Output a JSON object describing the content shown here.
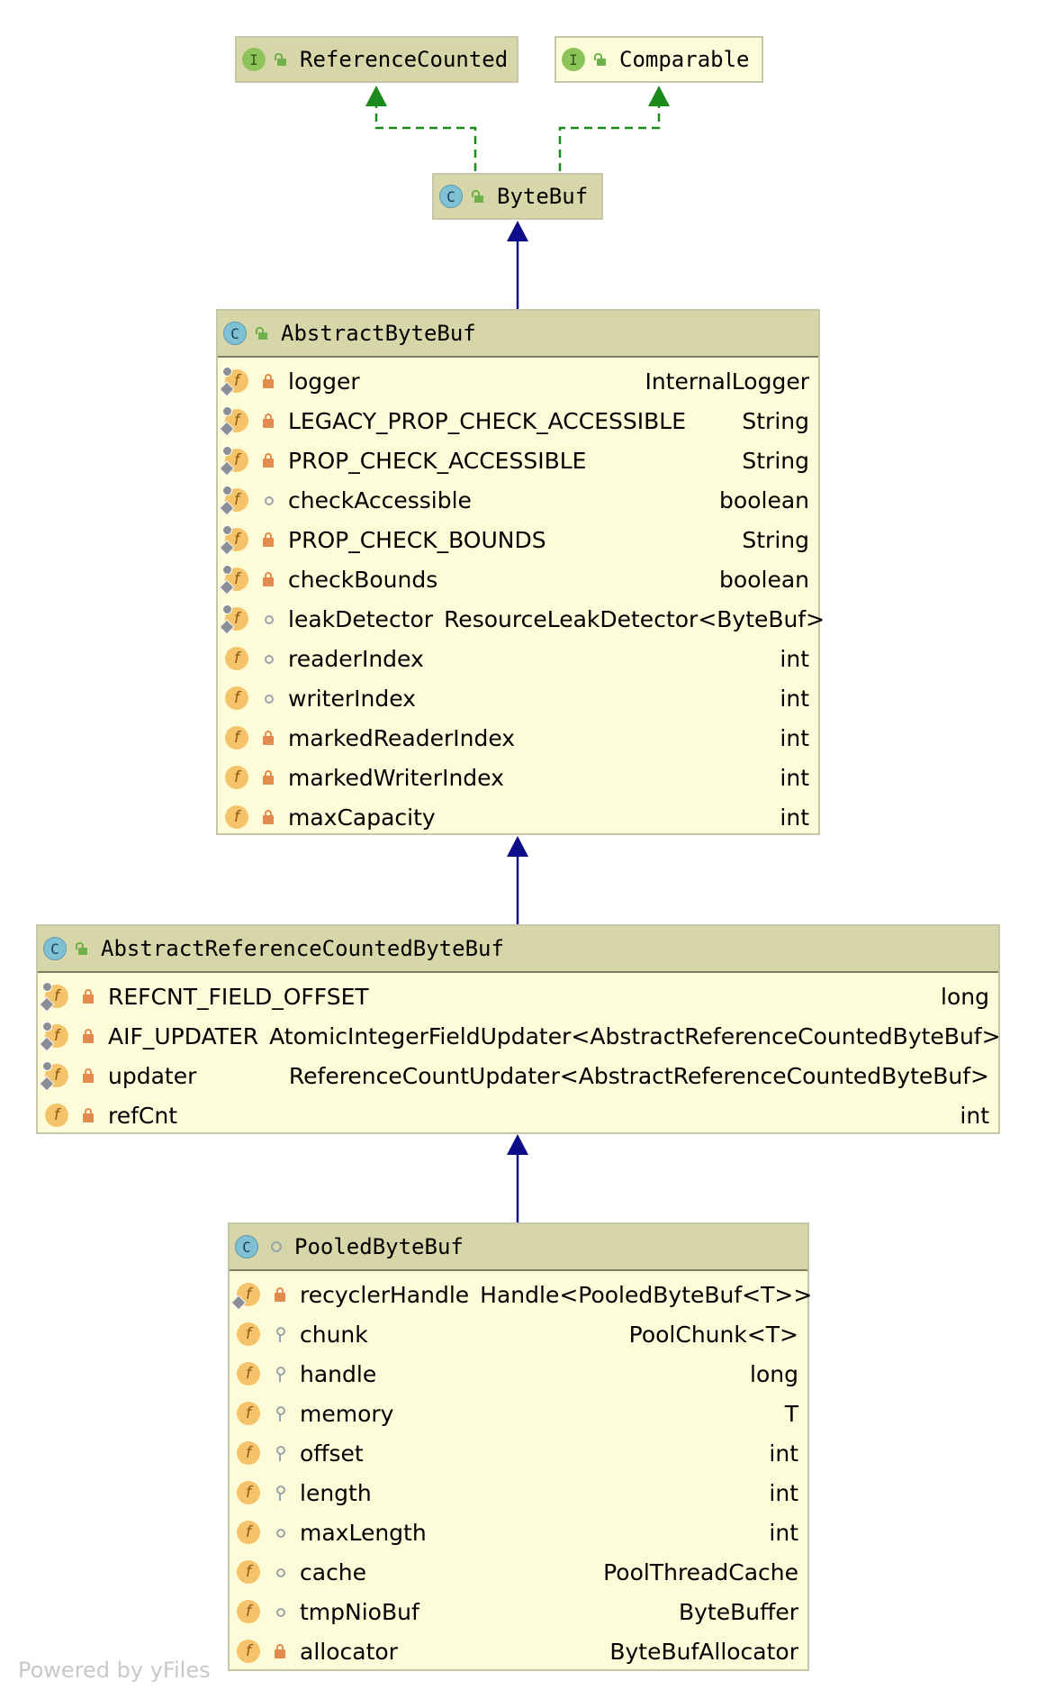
{
  "interfaces": [
    {
      "name": "ReferenceCounted",
      "kind": "I"
    },
    {
      "name": "Comparable",
      "kind": "I"
    }
  ],
  "bytebuf": {
    "name": "ByteBuf",
    "kind": "C"
  },
  "classes": [
    {
      "name": "AbstractByteBuf",
      "kind": "C",
      "vis": "public",
      "fields": [
        {
          "name": "logger",
          "type": "InternalLogger",
          "static": true,
          "final": true,
          "vis": "private"
        },
        {
          "name": "LEGACY_PROP_CHECK_ACCESSIBLE",
          "type": "String",
          "static": true,
          "final": true,
          "vis": "private"
        },
        {
          "name": "PROP_CHECK_ACCESSIBLE",
          "type": "String",
          "static": true,
          "final": true,
          "vis": "private"
        },
        {
          "name": "checkAccessible",
          "type": "boolean",
          "static": true,
          "final": true,
          "vis": "package"
        },
        {
          "name": "PROP_CHECK_BOUNDS",
          "type": "String",
          "static": true,
          "final": true,
          "vis": "private"
        },
        {
          "name": "checkBounds",
          "type": "boolean",
          "static": true,
          "final": true,
          "vis": "private"
        },
        {
          "name": "leakDetector",
          "type": "ResourceLeakDetector<ByteBuf>",
          "static": true,
          "final": true,
          "vis": "package"
        },
        {
          "name": "readerIndex",
          "type": "int",
          "static": false,
          "final": false,
          "vis": "package"
        },
        {
          "name": "writerIndex",
          "type": "int",
          "static": false,
          "final": false,
          "vis": "package"
        },
        {
          "name": "markedReaderIndex",
          "type": "int",
          "static": false,
          "final": false,
          "vis": "private"
        },
        {
          "name": "markedWriterIndex",
          "type": "int",
          "static": false,
          "final": false,
          "vis": "private"
        },
        {
          "name": "maxCapacity",
          "type": "int",
          "static": false,
          "final": false,
          "vis": "private"
        }
      ]
    },
    {
      "name": "AbstractReferenceCountedByteBuf",
      "kind": "C",
      "vis": "public",
      "fields": [
        {
          "name": "REFCNT_FIELD_OFFSET",
          "type": "long",
          "static": true,
          "final": true,
          "vis": "private"
        },
        {
          "name": "AIF_UPDATER",
          "type": "AtomicIntegerFieldUpdater<AbstractReferenceCountedByteBuf>",
          "static": true,
          "final": true,
          "vis": "private"
        },
        {
          "name": "updater",
          "type": "ReferenceCountUpdater<AbstractReferenceCountedByteBuf>",
          "static": true,
          "final": true,
          "vis": "private"
        },
        {
          "name": "refCnt",
          "type": "int",
          "static": false,
          "final": false,
          "vis": "private"
        }
      ]
    },
    {
      "name": "PooledByteBuf",
      "kind": "C",
      "vis": "package",
      "fields": [
        {
          "name": "recyclerHandle",
          "type": "Handle<PooledByteBuf<T>>",
          "static": false,
          "final": true,
          "vis": "private"
        },
        {
          "name": "chunk",
          "type": "PoolChunk<T>",
          "static": false,
          "final": false,
          "vis": "protected"
        },
        {
          "name": "handle",
          "type": "long",
          "static": false,
          "final": false,
          "vis": "protected"
        },
        {
          "name": "memory",
          "type": "T",
          "static": false,
          "final": false,
          "vis": "protected"
        },
        {
          "name": "offset",
          "type": "int",
          "static": false,
          "final": false,
          "vis": "protected"
        },
        {
          "name": "length",
          "type": "int",
          "static": false,
          "final": false,
          "vis": "protected"
        },
        {
          "name": "maxLength",
          "type": "int",
          "static": false,
          "final": false,
          "vis": "package"
        },
        {
          "name": "cache",
          "type": "PoolThreadCache",
          "static": false,
          "final": false,
          "vis": "package"
        },
        {
          "name": "tmpNioBuf",
          "type": "ByteBuffer",
          "static": false,
          "final": false,
          "vis": "package"
        },
        {
          "name": "allocator",
          "type": "ByteBufAllocator",
          "static": false,
          "final": false,
          "vis": "private"
        }
      ]
    }
  ],
  "footer": {
    "text": "Powered by yFiles"
  },
  "colors": {
    "implements": "#1a8a1a",
    "extends": "#0d0d8a",
    "header": "#d6d6a8",
    "body": "#fdfcd8"
  }
}
